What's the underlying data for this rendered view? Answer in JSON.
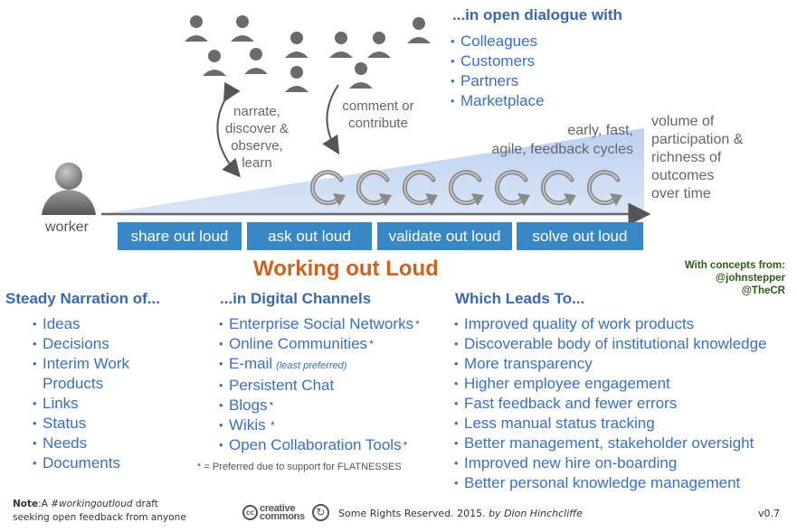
{
  "header": {
    "dialogue_title": "...in open dialogue with"
  },
  "dialogue_items": [
    "Colleagues",
    "Customers",
    "Partners",
    "Marketplace"
  ],
  "captions": {
    "narrate": [
      "narrate,",
      "discover &",
      "observe,",
      "learn"
    ],
    "comment": [
      "comment or",
      "contribute"
    ],
    "cycles": [
      "early, fast,",
      "agile, feedback cycles"
    ],
    "volume": [
      "volume of",
      "participation &",
      "richness of",
      "outcomes",
      "over time"
    ],
    "worker": "worker"
  },
  "stages": [
    "share out loud",
    "ask out loud",
    "validate out loud",
    "solve out loud"
  ],
  "title": "Working out Loud",
  "credits": {
    "label": "With concepts from:",
    "handles": [
      "@johnstepper",
      "@TheCR"
    ]
  },
  "columns": {
    "narration": {
      "heading": "Steady Narration of...",
      "items": [
        "Ideas",
        "Decisions",
        "Interim Work",
        "Links",
        "Status",
        "Needs",
        "Documents"
      ],
      "continuation": "Products"
    },
    "channels": {
      "heading": "...in Digital Channels",
      "items": [
        {
          "text": "Enterprise Social Networks",
          "mark": "*"
        },
        {
          "text": "Online Communities",
          "mark": "*"
        },
        {
          "text": "E-mail",
          "note": "(least preferred)"
        },
        {
          "text": "Persistent Chat"
        },
        {
          "text": "Blogs",
          "mark": "*"
        },
        {
          "text": "Wikis",
          "mark": " *"
        },
        {
          "text": "Open Collaboration Tools",
          "mark": "*"
        }
      ],
      "footnote": "* = Preferred due to support for FLATNESSES"
    },
    "leads": {
      "heading": "Which Leads To...",
      "items": [
        "Improved quality of work products",
        "Discoverable body of institutional knowledge",
        "More transparency",
        "Higher employee engagement",
        "Fast feedback and fewer errors",
        "Less manual status tracking",
        "Better management, stakeholder oversight",
        "Improved new hire on-boarding",
        "Better personal knowledge management"
      ]
    }
  },
  "footer": {
    "note_label": "Note",
    "note_a": ":A ",
    "note_tag": "#workingoutloud",
    "note_b": " draft",
    "note_line2": "seeking open feedback from anyone",
    "cc_logo": [
      "creative",
      "commons"
    ],
    "rights": "Some Rights Reserved. 2015.",
    "author": "by Dion Hinchcliffe",
    "version": "v0.7"
  },
  "colors": {
    "accent_orange": "#d0621f",
    "heading_blue": "#3a68b0",
    "bullet_blue": "#3b6fc4",
    "stage_blue": "#3a87c6",
    "credit_green": "#2f5a1a"
  }
}
